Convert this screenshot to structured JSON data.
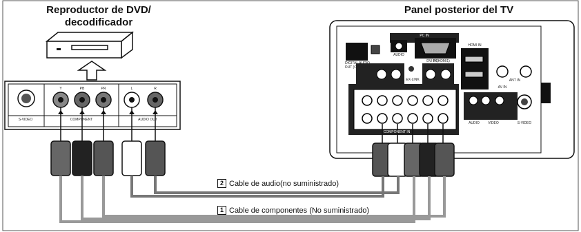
{
  "titles": {
    "dvd": "Reproductor de DVD/\ndecodificador",
    "tv": "Panel posterior del TV"
  },
  "dvd_panel": {
    "svideo": "S-VIDEO",
    "component": "COMPONENT",
    "audio_out": "AUDIO OUT",
    "y": "Y",
    "pb": "PB",
    "pr": "PR",
    "l": "L",
    "r": "R"
  },
  "tv_panel": {
    "pc_in": "PC IN",
    "audio": "AUDIO",
    "pc": "PC",
    "hdmi": "HDMI IN",
    "digital_audio": "DIGITAL AUDIO OUT (OPTICAL)",
    "ex_link": "EX-LINK",
    "dvi_audio": "DVI IN(HDMI1)",
    "av_in": "AV IN",
    "video": "VIDEO",
    "svideo": "S-VIDEO",
    "component_in": "COMPONENT IN",
    "audio_label": "AUDIO",
    "ant": "ANT IN"
  },
  "cables": [
    {
      "num": "2",
      "label": "Cable de audio(no suministrado)"
    },
    {
      "num": "1",
      "label": "Cable de componentes (No suministrado)"
    }
  ]
}
